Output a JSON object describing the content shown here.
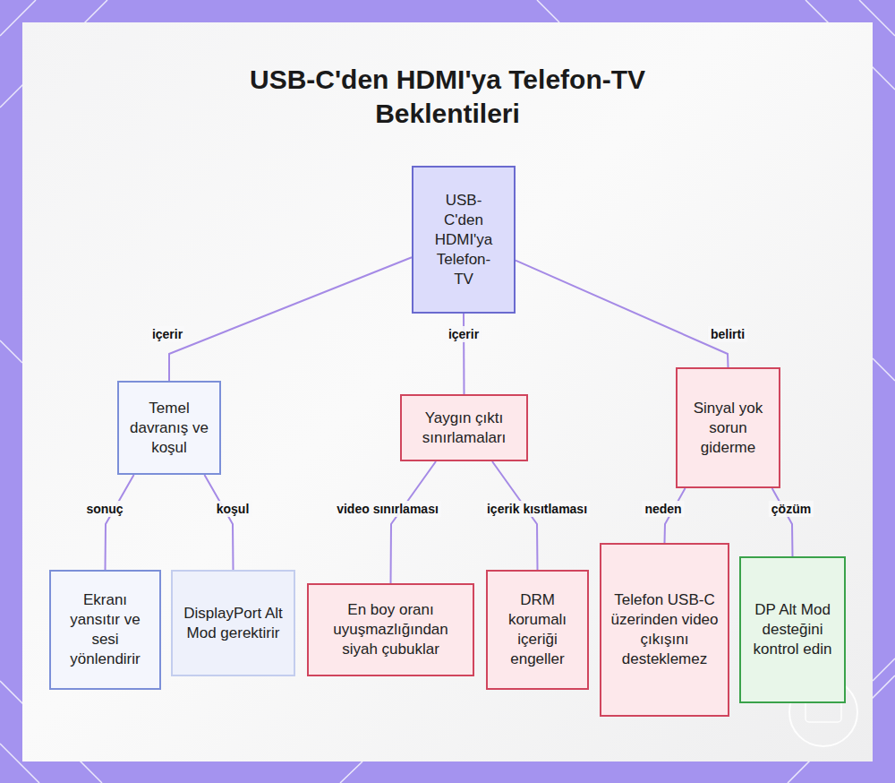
{
  "diagram": {
    "title": "USB-C'den HDMI'ya Telefon-TV Beklentileri",
    "nodes": [
      {
        "text": [
          "USB-C'den HDMI'ya Telefon-TV"
        ]
      },
      {
        "text": [
          "Temel davranış ve koşul"
        ]
      },
      {
        "text": [
          "Yaygın çıktı sınırlamaları"
        ]
      },
      {
        "text": [
          "Sinyal yok sorun giderme"
        ]
      },
      {
        "text": [
          "Ekranı yansıtır ve sesi yönlendirir"
        ]
      },
      {
        "text": [
          "DisplayPort Alt Mod gerektirir"
        ]
      },
      {
        "text": [
          "En boy oranı uyuşmazlığından siyah çubuklar"
        ]
      },
      {
        "text": [
          "DRM korumalı içeriği engeller"
        ]
      },
      {
        "text": [
          "Telefon USB-C üzerinden video çıkışını desteklemez"
        ]
      },
      {
        "text": [
          "DP Alt Mod desteğini kontrol edin"
        ]
      }
    ],
    "edges": [
      {
        "from": 0,
        "to": 1,
        "label": "içerir",
        "arrow": "none"
      },
      {
        "from": 0,
        "to": 2,
        "label": "içerir",
        "arrow": "none"
      },
      {
        "from": 0,
        "to": 3,
        "label": "belirti",
        "arrow": "none"
      },
      {
        "from": 1,
        "to": 4,
        "label": "sonuç",
        "arrow": "none"
      },
      {
        "from": 1,
        "to": 5,
        "label": "koşul",
        "arrow": "none"
      },
      {
        "from": 2,
        "to": 6,
        "label": "video sınırlaması",
        "arrow": "none"
      },
      {
        "from": 2,
        "to": 7,
        "label": "içerik kısıtlaması",
        "arrow": "none"
      },
      {
        "from": 3,
        "to": 8,
        "label": "neden",
        "arrow": "none"
      },
      {
        "from": 3,
        "to": 9,
        "label": "çözüm",
        "arrow": "none"
      }
    ]
  }
}
